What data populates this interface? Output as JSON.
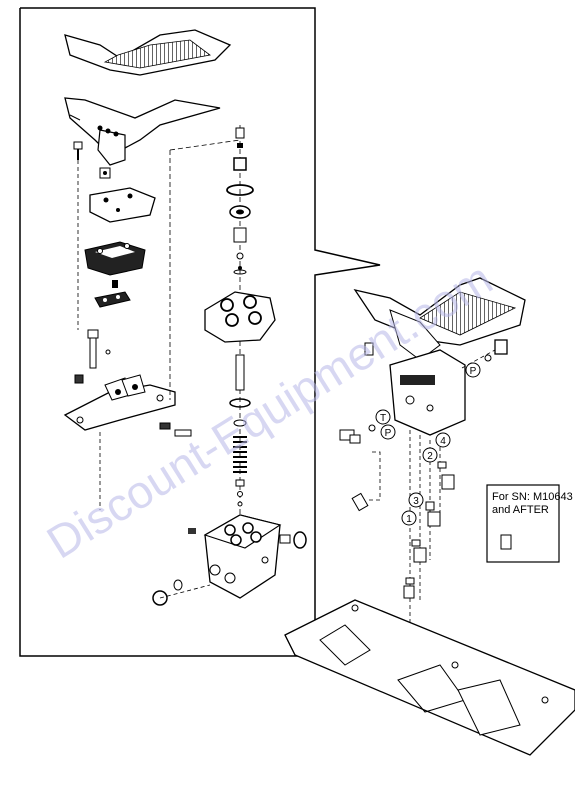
{
  "diagram": {
    "callout_markers": [
      {
        "label": "P",
        "id": "marker-p-right"
      },
      {
        "label": "T",
        "id": "marker-t"
      },
      {
        "label": "P",
        "id": "marker-p-left"
      },
      {
        "label": "4",
        "id": "marker-4"
      },
      {
        "label": "2",
        "id": "marker-2"
      },
      {
        "label": "3",
        "id": "marker-3"
      },
      {
        "label": "1",
        "id": "marker-1"
      }
    ],
    "note": {
      "line1": "For SN: M10643",
      "line2": "and AFTER"
    },
    "watermark": "Discount-Equipment.com"
  }
}
